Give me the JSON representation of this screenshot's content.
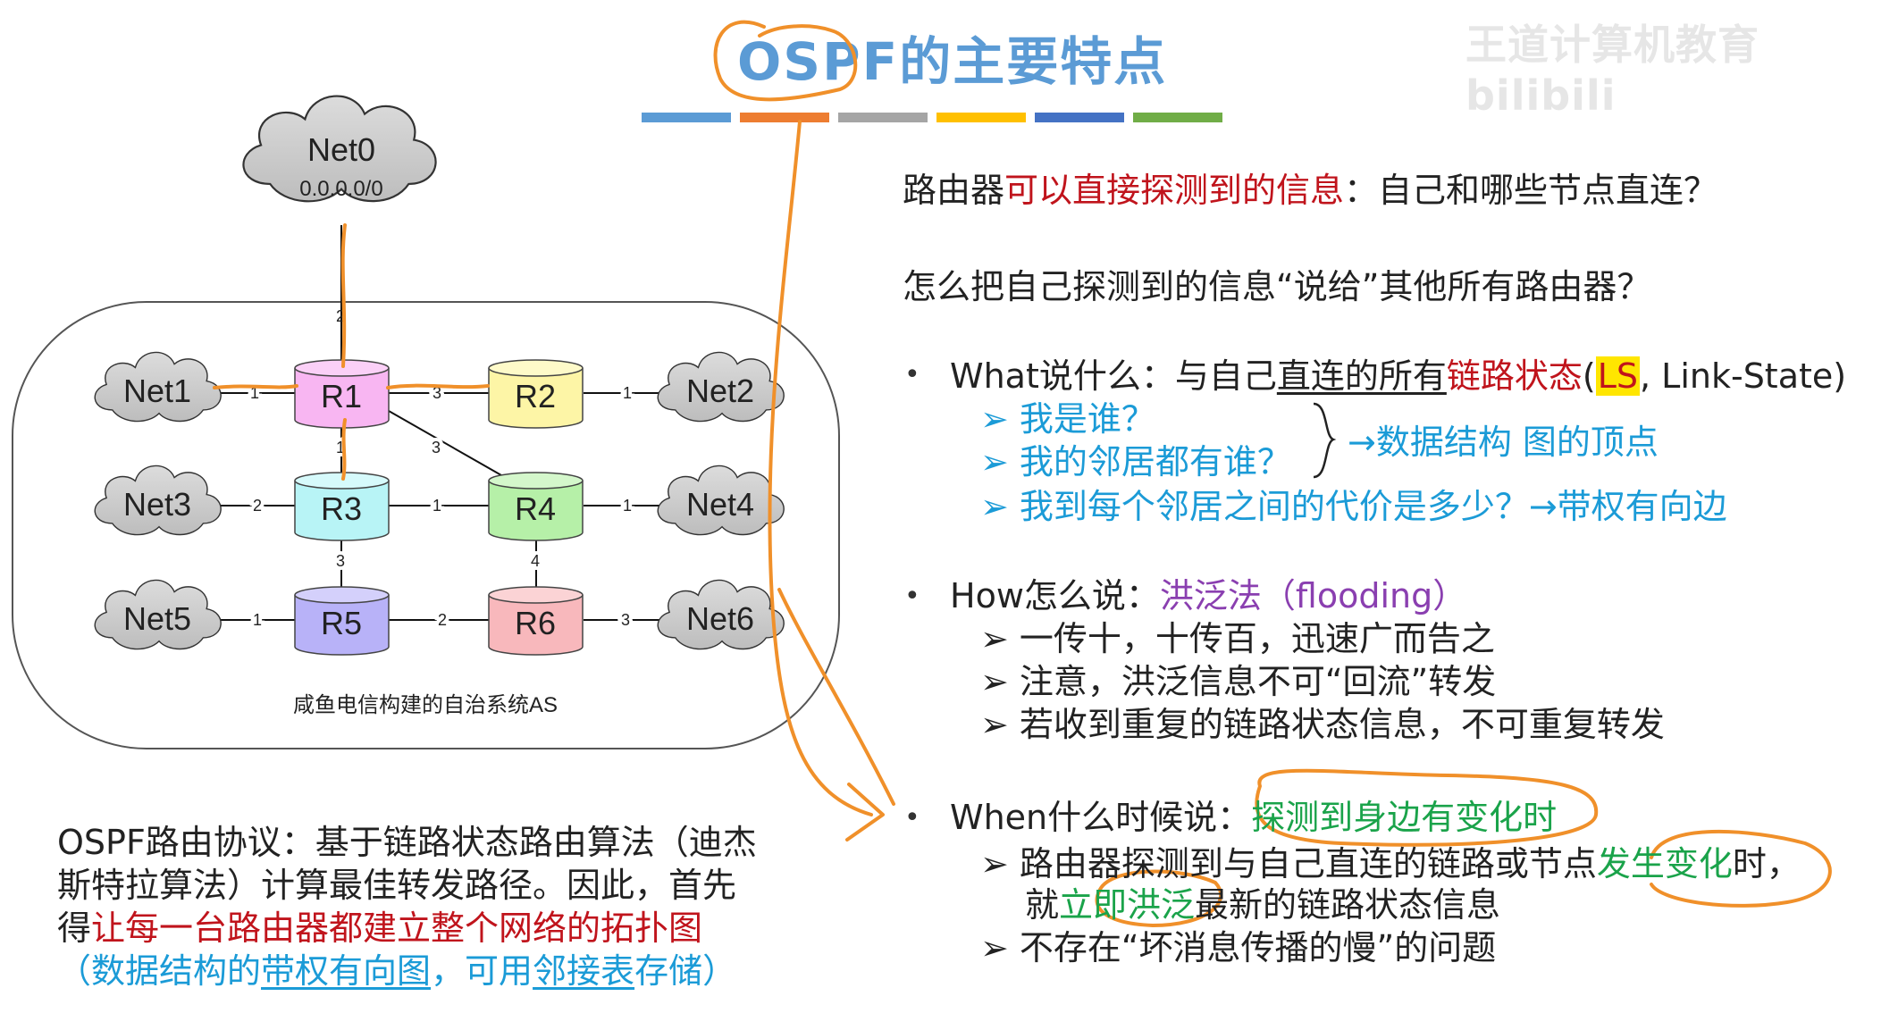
{
  "title": "OSPF的主要特点",
  "watermark": "王道计算机教育 bilibili",
  "colors": {
    "bars": [
      "#5b9bd5",
      "#ed7d31",
      "#a5a5a5",
      "#ffc000",
      "#4472c4",
      "#70ad47"
    ],
    "pen": "#f0902a",
    "red_text": "#c0141c",
    "blue_text": "#1b9bd7",
    "purple_text": "#8a3fb0",
    "green_text": "#1aa34a"
  },
  "network": {
    "as_label": "咸鱼电信构建的自治系统AS",
    "clouds": [
      {
        "id": "net0",
        "name": "Net0",
        "sub": "0.0.0.0/0"
      },
      {
        "id": "net1",
        "name": "Net1"
      },
      {
        "id": "net2",
        "name": "Net2"
      },
      {
        "id": "net3",
        "name": "Net3"
      },
      {
        "id": "net4",
        "name": "Net4"
      },
      {
        "id": "net5",
        "name": "Net5"
      },
      {
        "id": "net6",
        "name": "Net6"
      }
    ],
    "routers": [
      {
        "id": "r1",
        "name": "R1",
        "color": "#f8b6f2"
      },
      {
        "id": "r2",
        "name": "R2",
        "color": "#fdf5a6"
      },
      {
        "id": "r3",
        "name": "R3",
        "color": "#b8f4f6"
      },
      {
        "id": "r4",
        "name": "R4",
        "color": "#b6f0a8"
      },
      {
        "id": "r5",
        "name": "R5",
        "color": "#b8b2f8"
      },
      {
        "id": "r6",
        "name": "R6",
        "color": "#f8b8bc"
      }
    ],
    "links": [
      {
        "from": "net0",
        "to": "r1",
        "cost": "2"
      },
      {
        "from": "net1",
        "to": "r1",
        "cost": "1"
      },
      {
        "from": "r1",
        "to": "r2",
        "cost": "3"
      },
      {
        "from": "r2",
        "to": "net2",
        "cost": "1"
      },
      {
        "from": "r1",
        "to": "r4",
        "cost": "3"
      },
      {
        "from": "r1",
        "to": "r3",
        "cost": "1"
      },
      {
        "from": "net3",
        "to": "r3",
        "cost": "2"
      },
      {
        "from": "r3",
        "to": "r4",
        "cost": "1"
      },
      {
        "from": "r4",
        "to": "net4",
        "cost": "1"
      },
      {
        "from": "r3",
        "to": "r5",
        "cost": "3"
      },
      {
        "from": "r4",
        "to": "r6",
        "cost": "4"
      },
      {
        "from": "net5",
        "to": "r5",
        "cost": "1"
      },
      {
        "from": "r5",
        "to": "r6",
        "cost": "2"
      },
      {
        "from": "r6",
        "to": "net6",
        "cost": "3"
      }
    ]
  },
  "right": {
    "q1_a": "路由器",
    "q1_b": "可以直接探测到的信息",
    "q1_c": "：自己和哪些节点直连？",
    "q2": "怎么把自己探测到的信息“说给”其他所有路由器？",
    "what": {
      "a": "What说什么：与自己",
      "b": "直连的所有",
      "c": "链路状态",
      "d": "(",
      "ls": "LS",
      "e": ", Link-State)",
      "sub1": "我是谁？",
      "sub2": "我的邻居都有谁？",
      "brace_note": "→数据结构 图的顶点",
      "sub3": "我到每个邻居之间的代价是多少？→带权有向边"
    },
    "how": {
      "a": "How怎么说：",
      "b": "洪泛法（flooding）",
      "sub1": "一传十，十传百，迅速广而告之",
      "sub2": "注意，洪泛信息不可“回流”转发",
      "sub3": "若收到重复的链路状态信息，不可重复转发"
    },
    "when": {
      "a": "When什么时候说：",
      "b": "探测到身边有变化时",
      "sub1_a": "路由器探测到与自己直连的链路或节点",
      "sub1_b": "发生变化",
      "sub1_c": "时，",
      "sub1_d": "就",
      "sub1_e": "立即洪泛",
      "sub1_f": "最新的链路状态信息",
      "sub2": "不存在“坏消息传播的慢”的问题"
    }
  },
  "bottom": {
    "l1": "OSPF路由协议：基于链路状态路由算法（迪杰",
    "l2": "斯特拉算法）计算最佳转发路径。因此，首先",
    "l3_a": "得",
    "l3_b": "让每一台路由器都建立整个网络的拓扑图",
    "l4_a": "（数据结构的",
    "l4_b": "带权有向图",
    "l4_c": "，可用",
    "l4_d": "邻接表",
    "l4_e": "存储）"
  }
}
